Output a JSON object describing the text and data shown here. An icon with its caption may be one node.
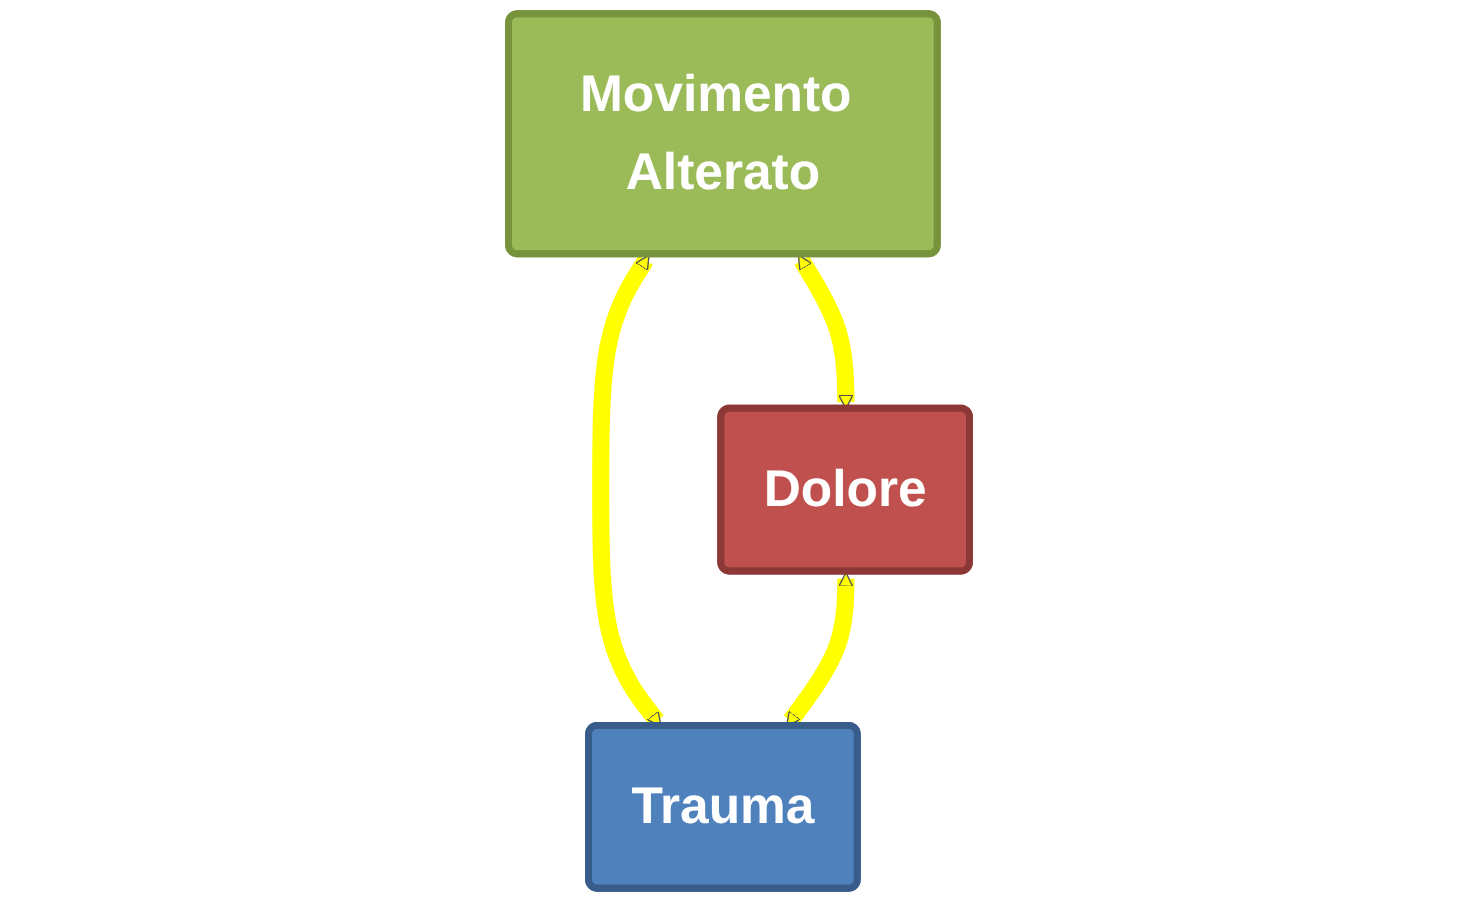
{
  "diagram": {
    "nodes": [
      {
        "text": [
          "Movimento Alterato"
        ]
      },
      {
        "text": [
          "Dolore"
        ]
      },
      {
        "text": [
          "Trauma"
        ]
      }
    ],
    "edges": [
      {
        "from": 0,
        "to": 1,
        "arrow": "both"
      },
      {
        "from": 0,
        "to": 2,
        "arrow": "both"
      },
      {
        "from": 1,
        "to": 2,
        "arrow": "both"
      }
    ]
  }
}
